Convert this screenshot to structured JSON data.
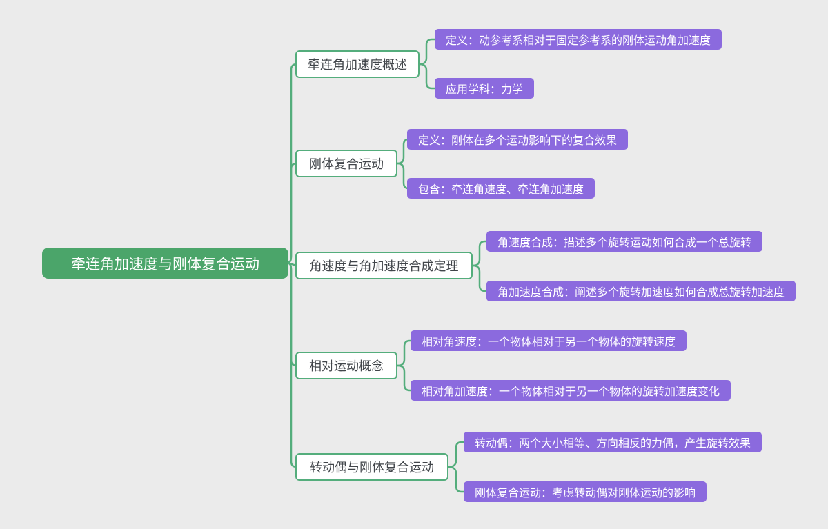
{
  "canvas": {
    "background": "#ebebeb"
  },
  "colors": {
    "root_fill": "#4ba56a",
    "root_text": "#ffffff",
    "branch_border": "#54ad7c",
    "branch_text": "#41454a",
    "connector_line": "#54ad7c",
    "leaf_fill": "#8b6ade",
    "leaf_text": "#ffffff"
  },
  "mindmap": {
    "root": {
      "label": "牵连角加速度与刚体复合运动"
    },
    "branches": [
      {
        "label": "牵连角加速度概述",
        "children": [
          {
            "label": "定义：动参考系相对于固定参考系的刚体运动角加速度"
          },
          {
            "label": "应用学科：力学"
          }
        ]
      },
      {
        "label": "刚体复合运动",
        "children": [
          {
            "label": "定义：刚体在多个运动影响下的复合效果"
          },
          {
            "label": "包含：牵连角速度、牵连角加速度"
          }
        ]
      },
      {
        "label": "角速度与角加速度合成定理",
        "children": [
          {
            "label": "角速度合成：描述多个旋转运动如何合成一个总旋转"
          },
          {
            "label": "角加速度合成：阐述多个旋转加速度如何合成总旋转加速度"
          }
        ]
      },
      {
        "label": "相对运动概念",
        "children": [
          {
            "label": "相对角速度：一个物体相对于另一个物体的旋转速度"
          },
          {
            "label": "相对角加速度：一个物体相对于另一个物体的旋转加速度变化"
          }
        ]
      },
      {
        "label": "转动偶与刚体复合运动",
        "children": [
          {
            "label": "转动偶：两个大小相等、方向相反的力偶，产生旋转效果"
          },
          {
            "label": "刚体复合运动：考虑转动偶对刚体运动的影响"
          }
        ]
      }
    ]
  }
}
